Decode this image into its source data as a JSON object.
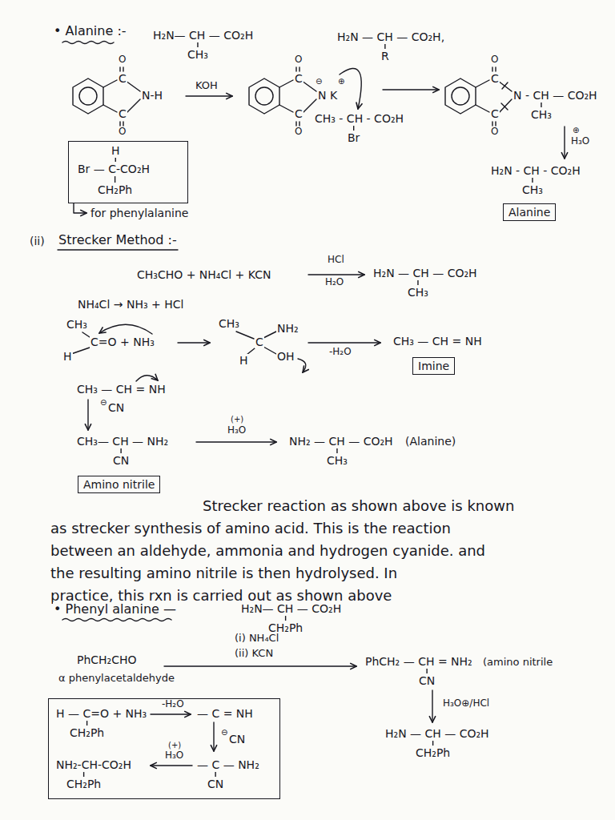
{
  "diagram": {
    "nodes": [
      {
        "text": [
          "H",
          "Br — C-CO₂H",
          "CH₂Ph"
        ]
      },
      {
        "text": [
          "Alanine"
        ]
      },
      {
        "text": [
          "Imine"
        ]
      },
      {
        "text": [
          "Amino nitrile"
        ]
      },
      {
        "text": [
          "H — C=O + NH₃",
          "-H₂O",
          "— C = NH",
          "CH₂Ph",
          "⊖",
          "CN",
          "(+)",
          "H₃O",
          "NH₂-CH-CO₂H",
          "— C — NH₂",
          "CH₂Ph",
          "CN"
        ]
      }
    ],
    "labels": [
      "• Alanine :-",
      "H₂N— CH — CO₂H",
      "CH₃",
      "H₂N — CH — CO₂H,",
      "R",
      "O",
      "C",
      "N-H",
      "C",
      "O",
      "KOH",
      "O",
      "C",
      "⊖",
      "N",
      "⊕",
      "K",
      "C",
      "O",
      "CH₃ - CH - CO₂H",
      "Br",
      "O",
      "C",
      "N - CH — CO₂H",
      "C",
      "CH₃",
      "O",
      "⊕",
      "H₃O",
      "H₂N - CH - CO₂H",
      "CH₃",
      "for phenylalanine",
      "(ii)",
      "Strecker Method :-",
      "CH₃CHO + NH₄Cl + KCN",
      "HCl",
      "H₂O",
      "H₂N — CH — CO₂H",
      "CH₃",
      "NH₄Cl → NH₃ + HCl",
      "CH₃",
      "C=O + NH₃",
      "H",
      "CH₃",
      "NH₂",
      "C",
      "OH",
      "H",
      "-H₂O",
      "CH₃ — CH = NH",
      "CH₃ — CH = NH",
      "⊖",
      "CN",
      "CH₃— CH — NH₂",
      "CN",
      "(+)",
      "H₃O",
      "NH₂ — CH — CO₂H",
      "(Alanine)",
      "CH₃",
      "Strecker reaction as shown above is known",
      "as strecker synthesis of amino acid. This is the reaction",
      "between an aldehyde, ammonia and hydrogen cyanide. and",
      "the resulting amino nitrile is then hydrolysed. In",
      "practice, this rxn is carried out as shown above",
      "• Phenyl alanine —",
      "H₂N— CH — CO₂H",
      "CH₂Ph",
      "PhCH₂CHO",
      "α phenylacetaldehyde",
      "(i) NH₄Cl",
      "(ii) KCN",
      "PhCH₂ — CH = NH₂",
      "(amino nitrile",
      "CN",
      "H₃O⊕/HCl",
      "H₂N — CH — CO₂H",
      "CH₂Ph"
    ]
  }
}
